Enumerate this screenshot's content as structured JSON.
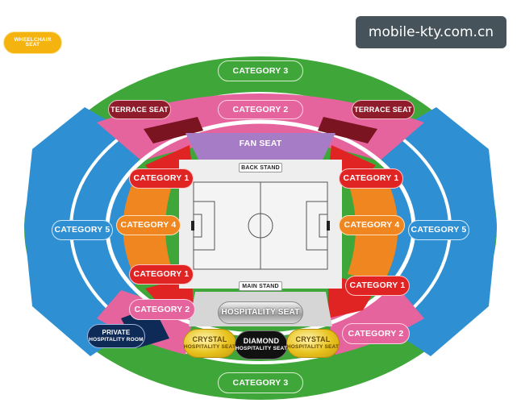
{
  "watermark": "mobile-kty.com.cn",
  "labels": {
    "wheelchair_line1": "WHEELCHAIR",
    "wheelchair_line2": "SEAT",
    "category_3": "CATEGORY 3",
    "category_2": "CATEGORY 2",
    "category_1": "CATEGORY 1",
    "category_4": "CATEGORY 4",
    "category_5": "CATEGORY 5",
    "terrace_seat": "TERRACE SEAT",
    "fan_seat": "FAN SEAT",
    "back_stand": "BACK STAND",
    "main_stand": "MAIN STAND",
    "hospitality_seat": "HOSPITALITY SEAT",
    "private_line1": "PRIVATE",
    "private_line2": "HOSPITALITY ROOM",
    "crystal": "CRYSTAL",
    "diamond": "DIAMOND",
    "hospitality_seat_small": "HOSPITALITY SEAT"
  },
  "colors": {
    "category_3": "#3fa73a",
    "category_2": "#e6649e",
    "category_1": "#e02424",
    "category_4": "#f0861f",
    "category_5": "#2e8fd3",
    "terrace_seat": "#8e1c2a",
    "fan_seat": "#a67cc6",
    "wheelchair_seat": "#f4b30f",
    "private_hospitality": "#0e2a57",
    "crystal": "#e8c21d",
    "diamond": "#111111",
    "hospitality": "#b3b3b3",
    "pitch": "#eeeeee"
  }
}
